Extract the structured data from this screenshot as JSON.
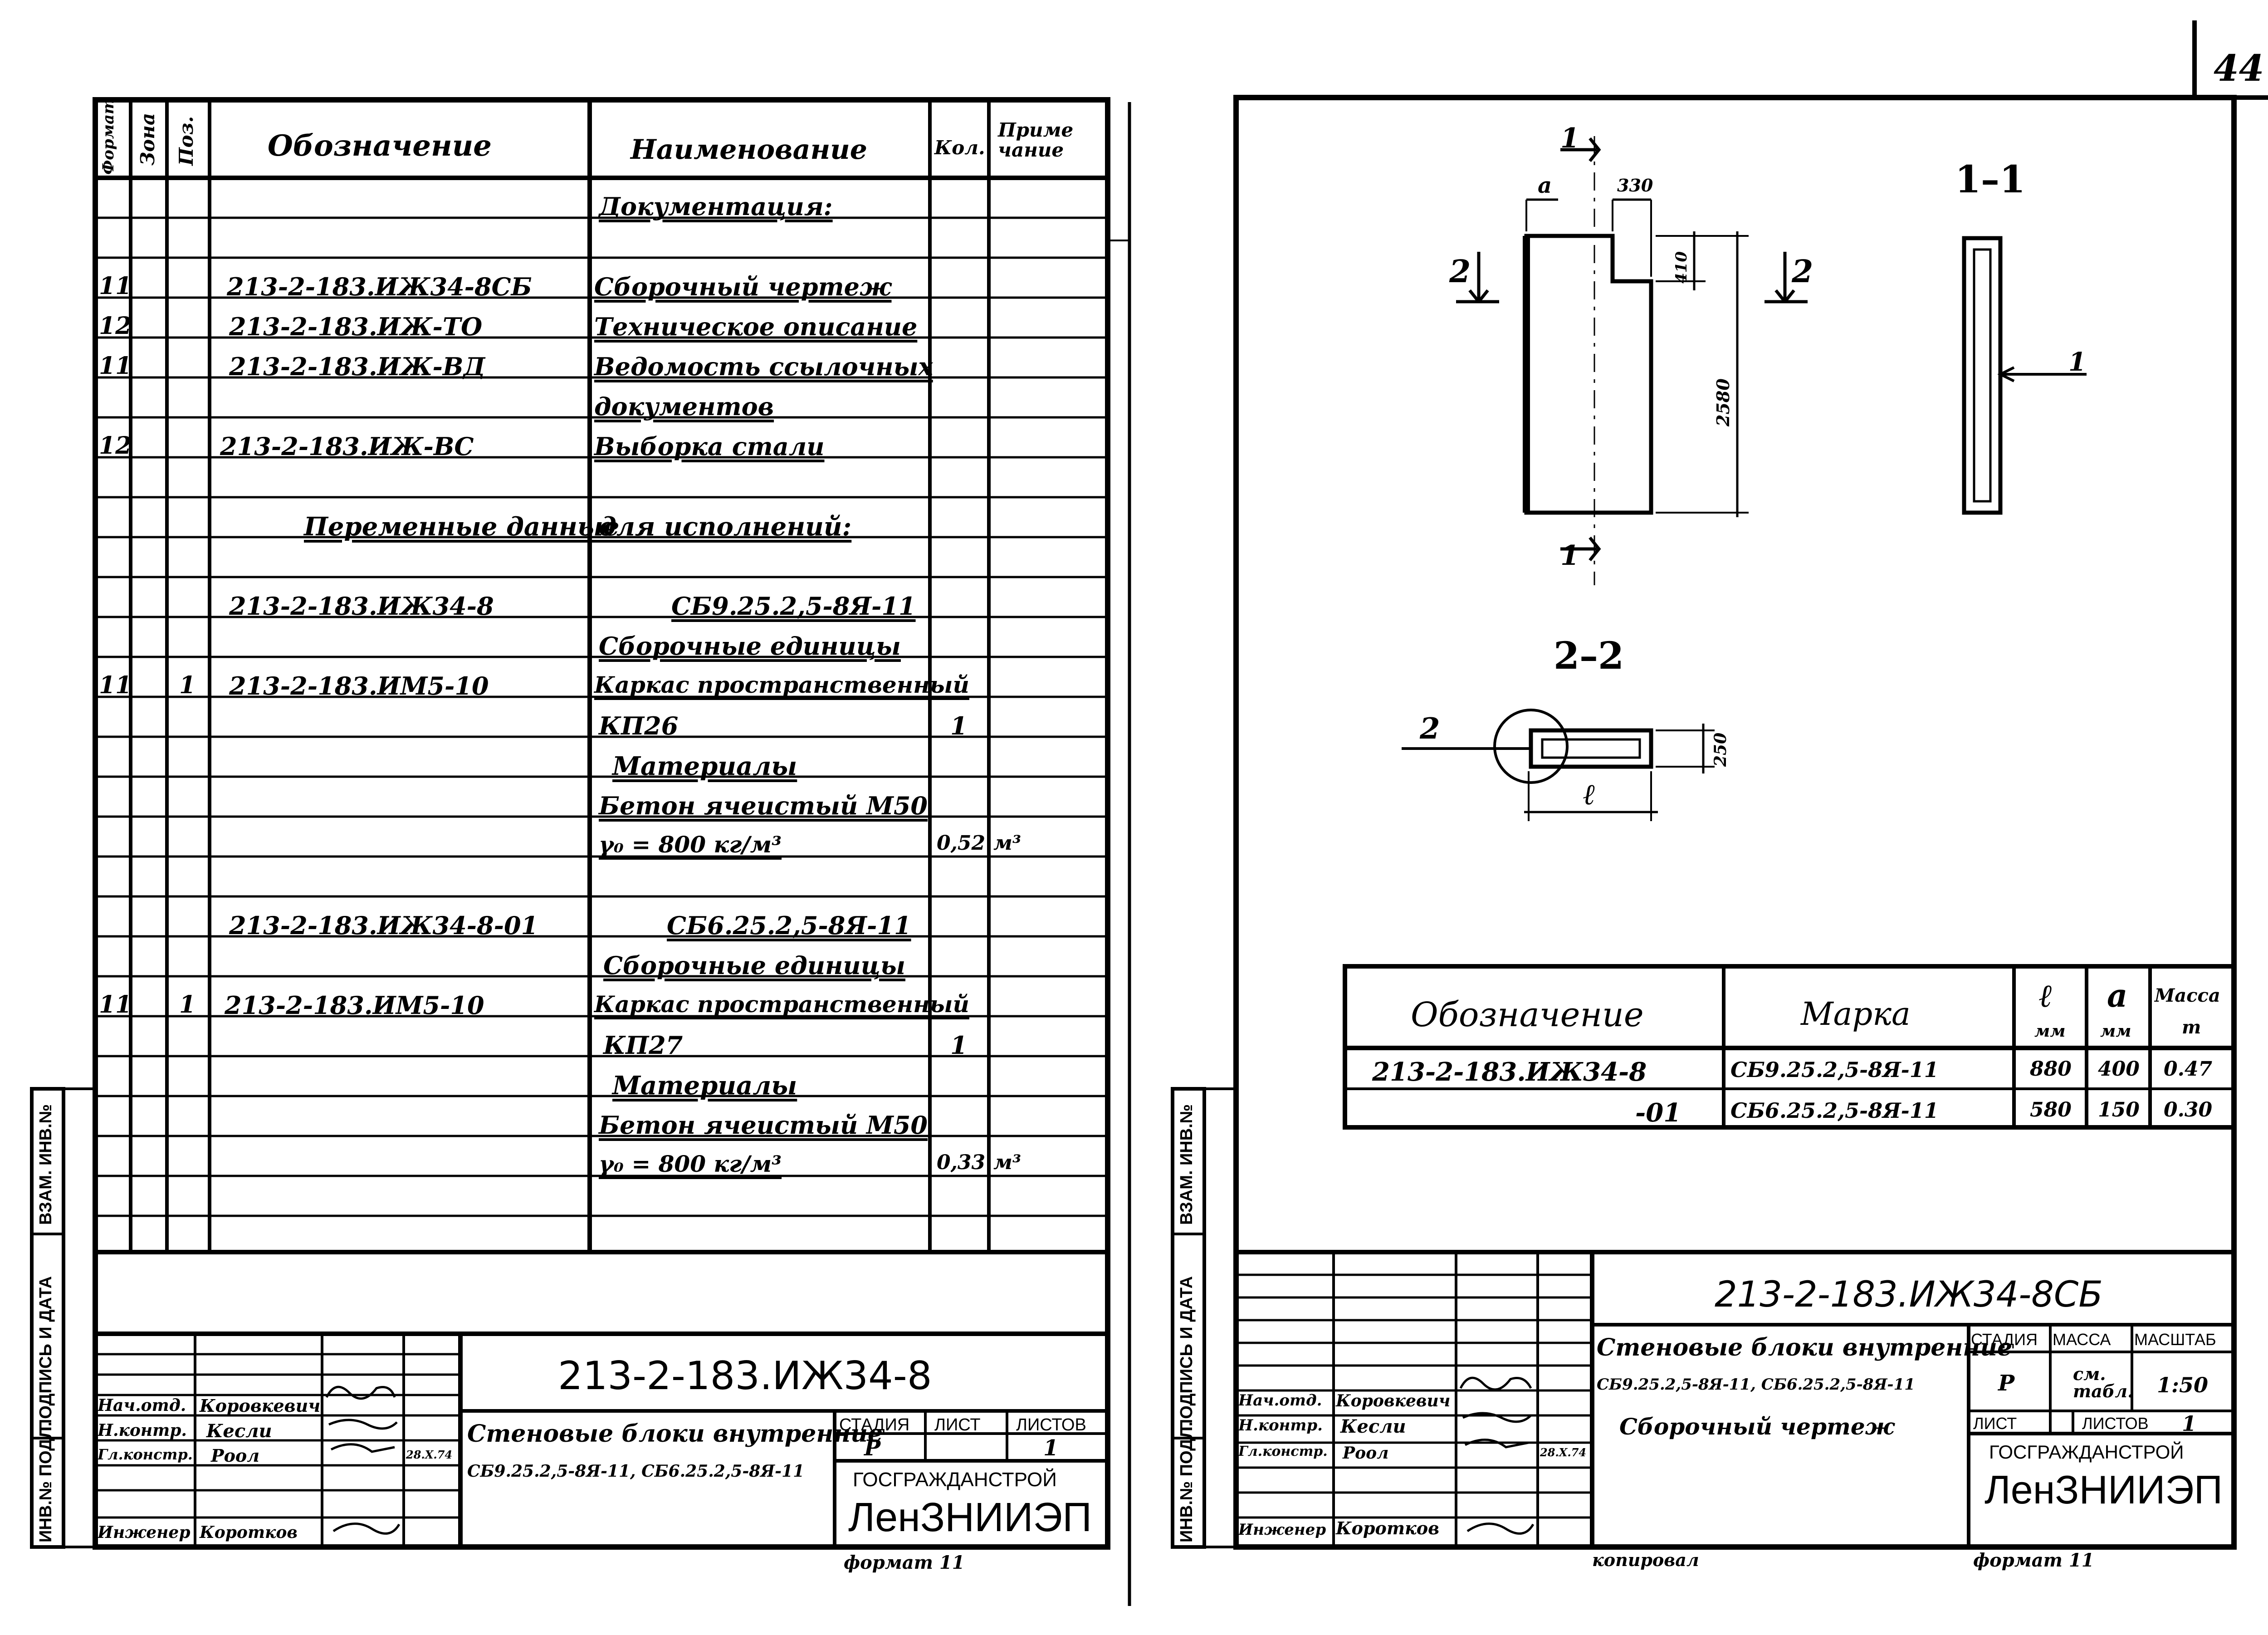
{
  "page_number": "44",
  "spec": {
    "headers": {
      "format": "Формат",
      "zone": "Зона",
      "pos": "Поз.",
      "designation": "Обозначение",
      "name": "Наименование",
      "qty": "Кол.",
      "note": "Приме чание"
    },
    "rows": {
      "r1": {
        "name": "Документация:"
      },
      "r3": {
        "format": "11",
        "designation": "213-2-183.ИЖ34-8СБ",
        "name": "Сборочный чертеж"
      },
      "r4": {
        "format": "12",
        "designation": "213-2-183.ИЖ-ТО",
        "name": "Техническое описание"
      },
      "r5": {
        "format": "11",
        "designation": "213-2-183.ИЖ-ВД",
        "name": "Ведомость ссылочных"
      },
      "r6": {
        "name": "документов"
      },
      "r7": {
        "format": "12",
        "designation": "213-2-183.ИЖ-ВС",
        "name": "Выборка стали"
      },
      "r9": {
        "designation": "Переменные данные",
        "name": "для исполнений:"
      },
      "r11": {
        "designation": "213-2-183.ИЖ34-8",
        "name": "СБ9.25.2,5-8Я-11"
      },
      "r12": {
        "name": "Сборочные единицы"
      },
      "r13": {
        "format": "11",
        "pos": "1",
        "designation": "213-2-183.ИМ5-10",
        "name": "Каркас пространственный"
      },
      "r14": {
        "name": "КП26",
        "qty": "1"
      },
      "r15": {
        "name": "Материалы"
      },
      "r16": {
        "name": "Бетон ячеистый М50"
      },
      "r17": {
        "name": "γ₀ = 800 кг/м³",
        "qty": "0,52",
        "note": "м³"
      },
      "r19": {
        "designation": "213-2-183.ИЖ34-8-01",
        "name": "СБ6.25.2,5-8Я-11"
      },
      "r20": {
        "name": "Сборочные единицы"
      },
      "r21": {
        "format": "11",
        "pos": "1",
        "designation": "213-2-183.ИМ5-10",
        "name": "Каркас пространственный"
      },
      "r22": {
        "name": "КП27",
        "qty": "1"
      },
      "r23": {
        "name": "Материалы"
      },
      "r24": {
        "name": "Бетон ячеистый М50"
      },
      "r25": {
        "name": "γ₀ = 800 кг/м³",
        "qty": "0,33",
        "note": "м³"
      }
    }
  },
  "side_stamp": {
    "inv_podl": "ИНВ.№ ПОДЛ.",
    "podpis": "ПОДПИСЬ И ДАТА",
    "vzam": "ВЗАМ. ИНВ.№"
  },
  "left_title_block": {
    "code": "213-2-183.ИЖ34-8",
    "description_line1": "Стеновые блоки внутренние",
    "description_line2": "СБ9.25.2,5-8Я-11, СБ6.25.2,5-8Я-11",
    "stage_label": "СТАДИЯ",
    "sheet_label": "ЛИСТ",
    "sheets_label": "ЛИСТОВ",
    "stage_value": "Р",
    "sheets_value": "1",
    "org_line1": "ГОСГРАЖДАНСТРОЙ",
    "org_line2": "ЛенЗНИИЭП",
    "people": [
      {
        "role": "Нач.отд.",
        "name": "Коровкевич"
      },
      {
        "role": "Н.контр.",
        "name": "Кесли"
      },
      {
        "role": "Гл.констр.",
        "name": "Роол",
        "date": "28.Х.74"
      },
      {
        "role": "Инженер",
        "name": "Коротков"
      }
    ],
    "format_note": "формат 11"
  },
  "drawing": {
    "dims": {
      "a": "a",
      "w330": "330",
      "h410": "410",
      "h2580": "2580",
      "t250": "250",
      "l": "ℓ"
    },
    "cut_marks": {
      "one": "1",
      "two": "2"
    },
    "section_1_1": "1–1",
    "section_2_2": "2–2",
    "leader_1": "1"
  },
  "right_table": {
    "headers": {
      "designation": "Обозначение",
      "mark": "Марка",
      "l": "ℓ",
      "l_unit": "мм",
      "a": "a",
      "a_unit": "мм",
      "mass": "Масса",
      "mass_unit": "т"
    },
    "rows": [
      {
        "designation": "213-2-183.ИЖ34-8",
        "mark": "СБ9.25.2,5-8Я-11",
        "l": "880",
        "a": "400",
        "mass": "0.47"
      },
      {
        "designation": "-01",
        "mark": "СБ6.25.2,5-8Я-11",
        "l": "580",
        "a": "150",
        "mass": "0.30"
      }
    ]
  },
  "right_title_block": {
    "code": "213-2-183.ИЖ34-8СБ",
    "description_line1": "Стеновые блоки внутренние",
    "description_line2": "СБ9.25.2,5-8Я-11, СБ6.25.2,5-8Я-11",
    "description_line3": "Сборочный чертеж",
    "stage_label": "СТАДИЯ",
    "mass_label": "МАССА",
    "scale_label": "МАСШТАБ",
    "stage_value": "Р",
    "mass_value": "см. табл.",
    "scale_value": "1:50",
    "sheet_label": "ЛИСТ",
    "sheets_label": "ЛИСТОВ",
    "sheets_value": "1",
    "org_line1": "ГОСГРАЖДАНСТРОЙ",
    "org_line2": "ЛенЗНИИЭП",
    "people": [
      {
        "role": "Нач.отд.",
        "name": "Коровкевич"
      },
      {
        "role": "Н.контр.",
        "name": "Кесли"
      },
      {
        "role": "Гл.констр.",
        "name": "Роол",
        "date": "28.Х.74"
      },
      {
        "role": "Инженер",
        "name": "Коротков"
      }
    ],
    "copied_note": "копировал",
    "format_note": "формат 11"
  }
}
